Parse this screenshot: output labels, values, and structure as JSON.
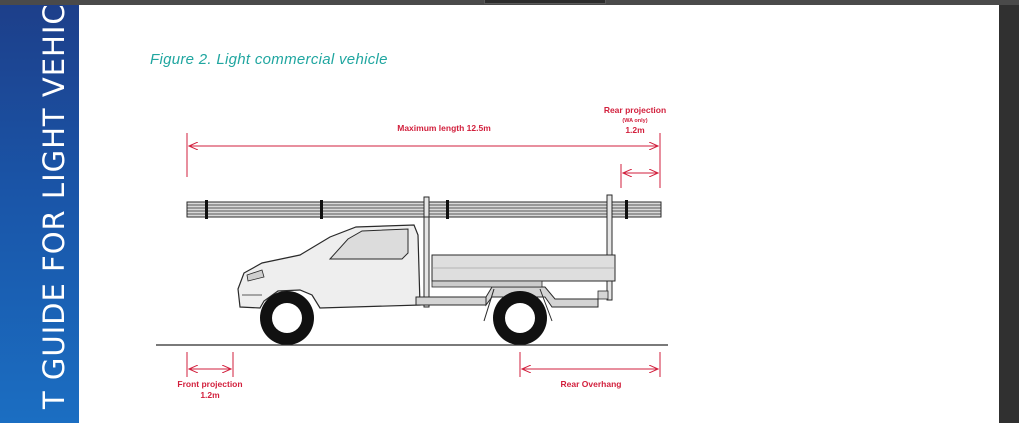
{
  "sidebar": {
    "band_text": "T GUIDE FOR LIGHT VEHICLES"
  },
  "figure": {
    "caption": "Figure 2. Light commercial vehicle",
    "labels": {
      "max_length": "Maximum length 12.5m",
      "rear_projection_title": "Rear projection",
      "rear_projection_note": "(WA only)",
      "rear_projection_value": "1.2m",
      "front_projection_title": "Front projection",
      "front_projection_value": "1.2m",
      "rear_overhang": "Rear Overhang"
    }
  },
  "colors": {
    "dimension": "#d21f3c",
    "caption": "#20a6a0",
    "band": "#1a55a8"
  }
}
